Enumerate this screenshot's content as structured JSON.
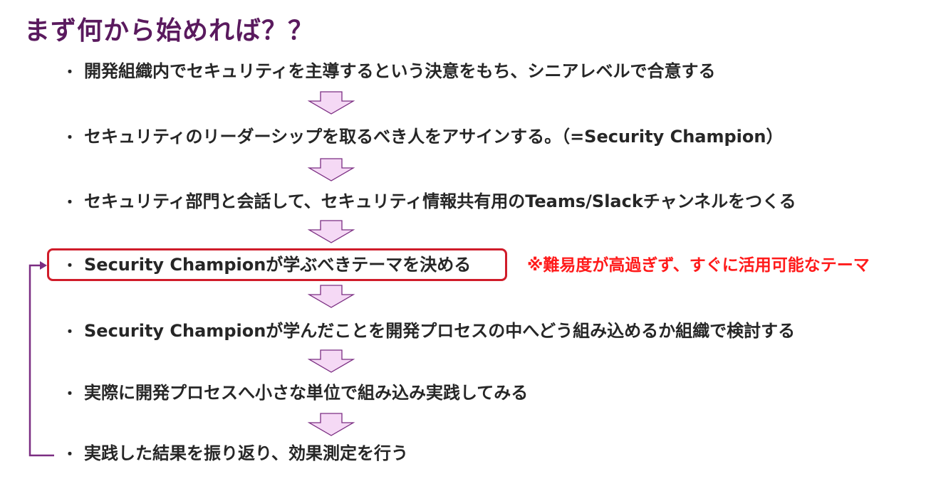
{
  "title": "まず何から始めれば？？",
  "bullet_char": "・",
  "steps": [
    "開発組織内でセキュリティを主導するという決意をもち、シニアレベルで合意する",
    "セキュリティのリーダーシップを取るべき人をアサインする。（=Security Champion）",
    "セキュリティ部門と会話して、セキュリティ情報共有用のTeams/Slackチャンネルをつくる",
    "Security Championが学ぶべきテーマを決める",
    "Security Championが学んだことを開発プロセスの中へどう組み込めるか組織で検討する",
    "実際に開発プロセスへ小さな単位で組み込み実践してみる",
    "実践した結果を振り返り、効果測定を行う"
  ],
  "note": "※難易度が高過ぎず、すぐに活用可能なテーマ",
  "colors": {
    "title": "#5a1a5e",
    "text": "#262626",
    "highlight_border": "#d01c2a",
    "note": "#ff1a1a",
    "arrow_fill": "#f5d9f5",
    "arrow_stroke": "#7b2d82",
    "loop": "#7b2d82"
  }
}
